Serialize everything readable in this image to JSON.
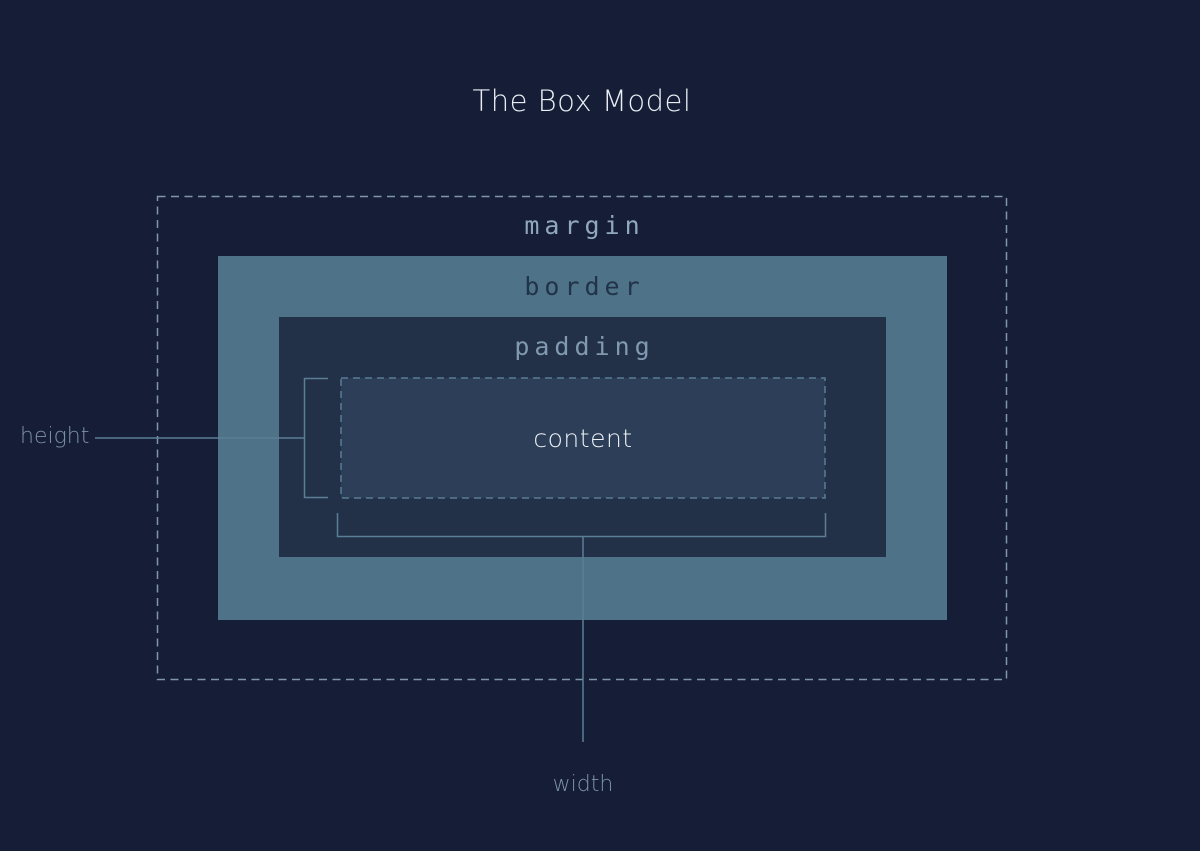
{
  "title": "The Box Model",
  "labels": {
    "margin": "margin",
    "border": "border",
    "padding": "padding",
    "content": "content",
    "height": "height",
    "width": "width"
  },
  "colors": {
    "background": "#161e37",
    "border_box": "#4e7389",
    "padding_box": "#233148",
    "content_box": "#2c3e58",
    "dash_line": "#8095ab",
    "content_dash": "#597d94",
    "annotation_line": "#5b7e96",
    "title_text": "#e9eef4",
    "margin_text": "#91a7bd",
    "border_text": "#223349",
    "padding_text": "#8199b0",
    "content_text": "#eef1f5",
    "dimension_text": "#7c92a8"
  }
}
